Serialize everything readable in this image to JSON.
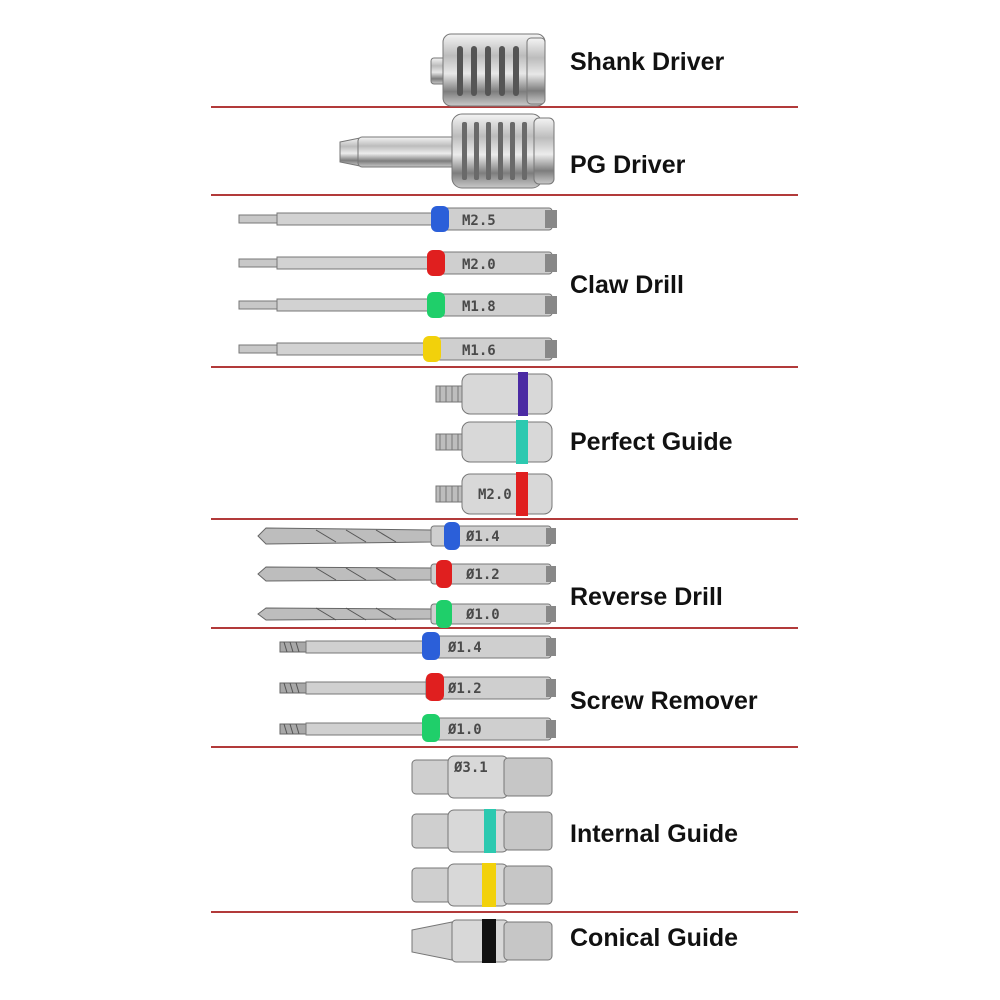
{
  "sections": [
    {
      "label": "Shank Driver",
      "items": []
    },
    {
      "label": "PG Driver",
      "items": []
    },
    {
      "label": "Claw Drill",
      "items": [
        {
          "marking": "M2.5",
          "ring_color": "#2b5fd9"
        },
        {
          "marking": "M2.0",
          "ring_color": "#e01f1f"
        },
        {
          "marking": "M1.8",
          "ring_color": "#1fcf6a"
        },
        {
          "marking": "M1.6",
          "ring_color": "#f2d10b"
        }
      ]
    },
    {
      "label": "Perfect Guide",
      "items": [
        {
          "marking": "",
          "ring_color": "#4b2aa3"
        },
        {
          "marking": "",
          "ring_color": "#2cc9b0"
        },
        {
          "marking": "M2.0",
          "ring_color": "#e01f1f"
        }
      ]
    },
    {
      "label": "Reverse Drill",
      "items": [
        {
          "marking": "Ø1.4",
          "ring_color": "#2b5fd9"
        },
        {
          "marking": "Ø1.2",
          "ring_color": "#e01f1f"
        },
        {
          "marking": "Ø1.0",
          "ring_color": "#1fcf6a"
        }
      ]
    },
    {
      "label": "Screw Remover",
      "items": [
        {
          "marking": "Ø1.4",
          "ring_color": "#2b5fd9"
        },
        {
          "marking": "Ø1.2",
          "ring_color": "#e01f1f"
        },
        {
          "marking": "Ø1.0",
          "ring_color": "#1fcf6a"
        }
      ]
    },
    {
      "label": "Internal Guide",
      "items": [
        {
          "marking": "Ø3.1",
          "ring_color": ""
        },
        {
          "marking": "",
          "ring_color": "#2cc9b0"
        },
        {
          "marking": "",
          "ring_color": "#f2d10b"
        }
      ]
    },
    {
      "label": "Conical Guide",
      "items": [
        {
          "marking": "",
          "ring_color": "#111111"
        }
      ]
    }
  ]
}
